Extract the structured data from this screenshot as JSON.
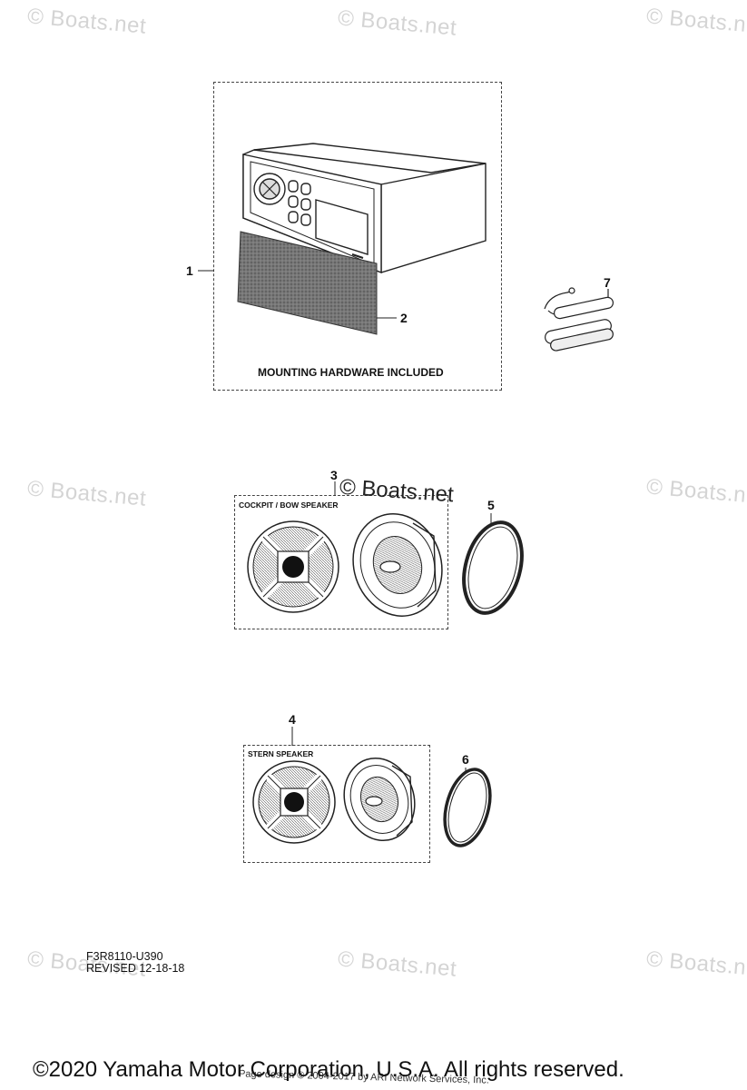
{
  "watermark_text": "© Boats.net",
  "center_watermark": "© Boats.net",
  "callouts": {
    "item1": "1",
    "item2": "2",
    "item3": "3",
    "item4": "4",
    "item5": "5",
    "item6": "6",
    "item7": "7"
  },
  "radio_box": {
    "note": "MOUNTING HARDWARE INCLUDED"
  },
  "cockpit_box": {
    "label": "COCKPIT / BOW SPEAKER"
  },
  "stern_box": {
    "label": "STERN SPEAKER"
  },
  "doc_info": {
    "code": "F3R8110-U390",
    "revised": "REVISED 12-18-18"
  },
  "footer": {
    "copyright": "©2020 Yamaha Motor Corporation, U.S.A. All rights reserved.",
    "page_design": "Page design © 2004-2017 by ARI Network Services, Inc."
  },
  "colors": {
    "line": "#222222",
    "watermark": "#d4d4d4"
  }
}
